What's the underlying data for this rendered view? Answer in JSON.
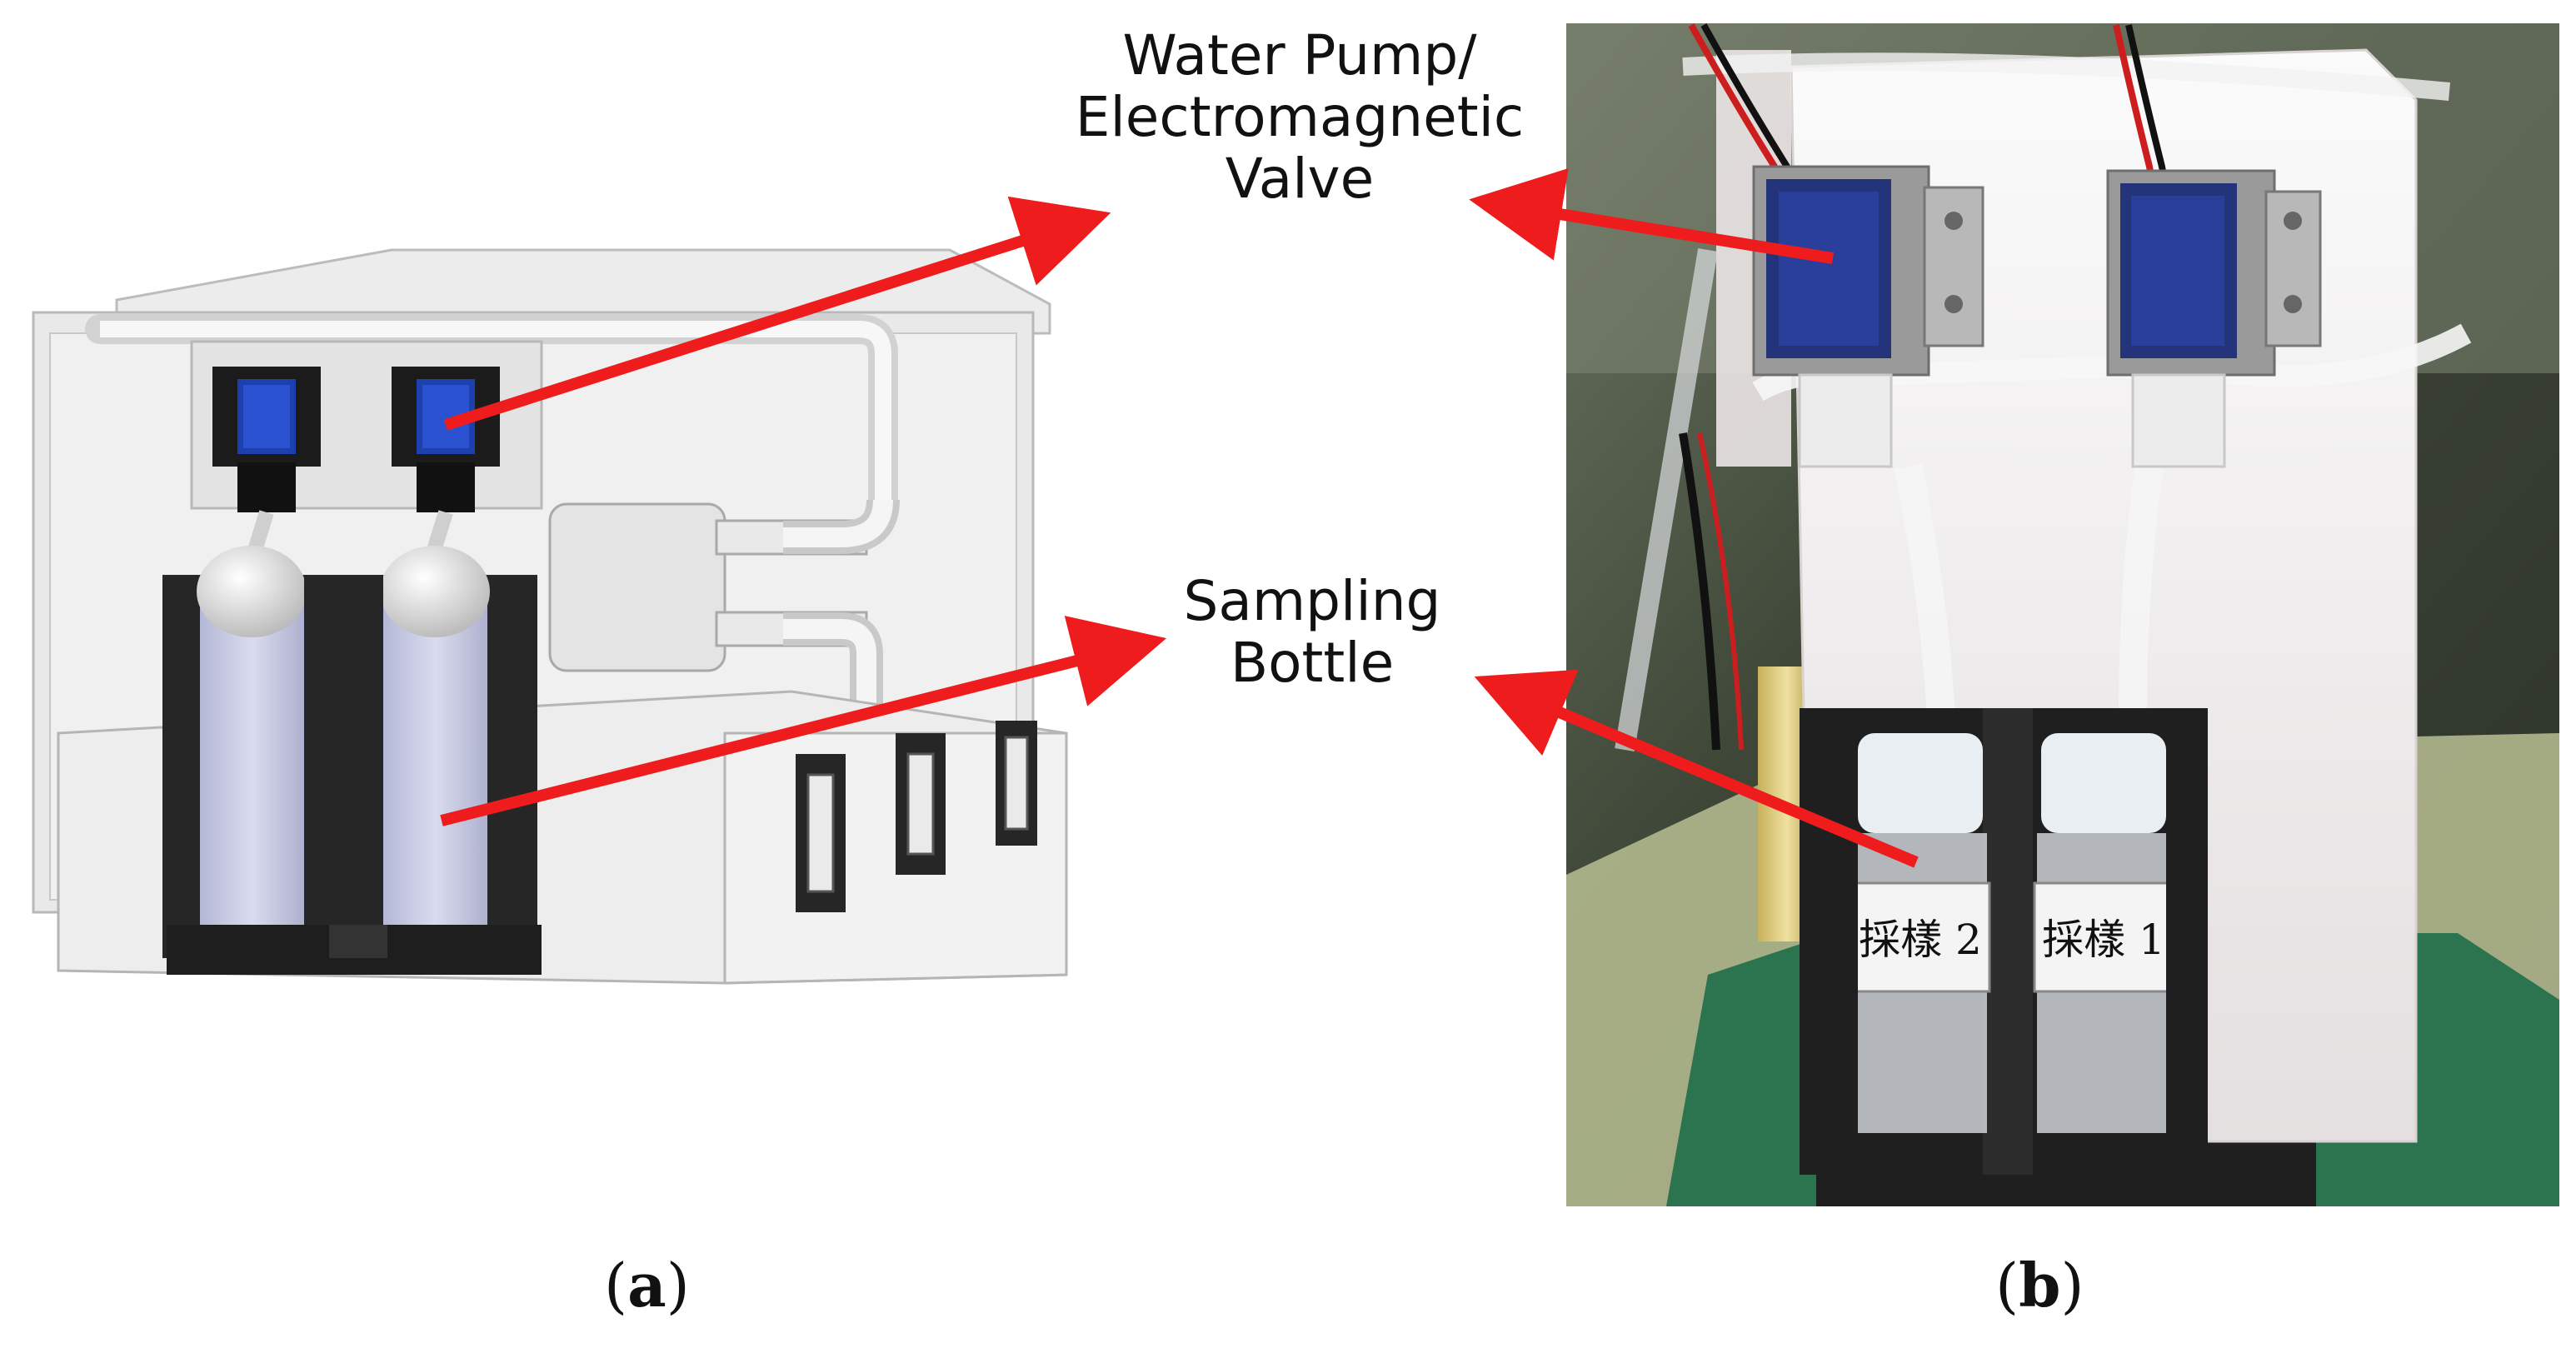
{
  "callouts": {
    "pump_valve": {
      "line1": "Water Pump/",
      "line2": "Electromagnetic",
      "line3": "Valve"
    },
    "sampling_bottle": {
      "line1": "Sampling",
      "line2": "Bottle"
    }
  },
  "captions": {
    "a": "a",
    "b": "b"
  },
  "bottle_labels": [
    "採樣 2",
    "採樣 1"
  ],
  "colors": {
    "arrow": "#ee1c1c",
    "valve_blue": "#1e3fae",
    "bottle_holder": "#262626",
    "bottle_liquid": "#c9cbe4",
    "housing": "#e6e6e6",
    "photo_background": "#4a5240"
  }
}
